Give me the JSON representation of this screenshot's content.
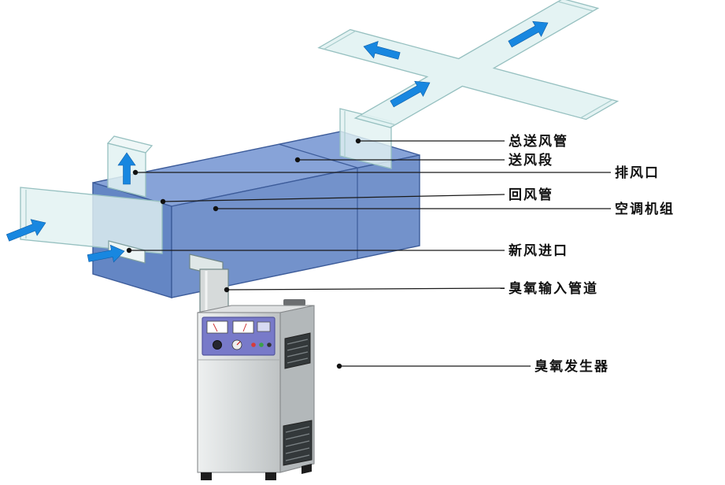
{
  "diagram": {
    "type": "hvac-ozone-installation-diagram",
    "background": "#ffffff",
    "labels": {
      "main_supply_duct": "总送风管",
      "supply_section": "送风段",
      "exhaust_outlet": "排风口",
      "return_duct": "回风管",
      "ahu_unit": "空调机组",
      "fresh_air_inlet": "新风进口",
      "ozone_input_pipe": "臭氧输入管道",
      "ozone_generator": "臭氧发生器"
    },
    "colors": {
      "duct_fill": "#e2f2f2",
      "duct_fill_light": "#edf6f6",
      "duct_edge": "#96c0c0",
      "box_top": "#87a3d8",
      "box_front": "#7392cb",
      "box_side": "#6486c4",
      "box_edge": "#3d5c9a",
      "arrow_blue": "#1887e0",
      "panel_purple": "#787ac9",
      "machine_side": "#b3b8ba",
      "machine_top": "#dfe1e2",
      "vent_dark": "#33383a",
      "leader_line": "#1a1a1a"
    }
  }
}
